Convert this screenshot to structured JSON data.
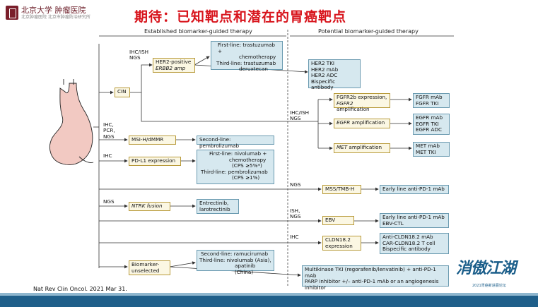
{
  "header": {
    "logo_text": "北京大学 肿瘤医院",
    "logo_sub": "北京肿瘤医院 北京市肿瘤防治研究所",
    "title": "期待：已知靶点和潜在的胃癌靶点"
  },
  "columns": {
    "established": "Established biomarker-guided therapy",
    "potential": "Potential biomarker-guided therapy"
  },
  "labels": {
    "ihc_ish_ngs_1": [
      "IHC/ISH",
      "NGS"
    ],
    "ihc_pcr_ngs": [
      "IHC,",
      "PCR,",
      "NGS"
    ],
    "ihc_1": "IHC",
    "ngs_1": "NGS",
    "ihc_ish_ngs_2": [
      "IHC/ISH",
      "NGS"
    ],
    "ngs_2": "NGS",
    "ish_ngs": [
      "ISH,",
      "NGS"
    ],
    "ihc_2": "IHC"
  },
  "nodes": {
    "cin": "CIN",
    "her2_line1": "HER2-positive",
    "her2_line2": "ERBB2 amp",
    "her2_therapy": [
      "First-line: trastuzumab +",
      "chemotherapy",
      "Third-line: trastuzumab",
      "deruxtecan"
    ],
    "her2_potential": [
      "HER2 TKI",
      "HER2 mAb",
      "HER2 ADC",
      "Bispecific antibody"
    ],
    "fgfr_line1": "FGFR2b expression,",
    "fgfr_line2_it": "FGFR2",
    "fgfr_line2_rest": " amplification",
    "fgfr_therapy": [
      "FGFR mAb",
      "FGFR TKI"
    ],
    "egfr_it": "EGFR",
    "egfr_rest": " amplification",
    "egfr_therapy": [
      "EGFR mAb",
      "EGFR TKI",
      "EGFR ADC"
    ],
    "met_it": "MET",
    "met_rest": " amplification",
    "met_therapy": [
      "MET mAb",
      "MET TKI"
    ],
    "msi": "MSI-H/dMMR",
    "msi_therapy": "Second-line: pembrolizumab",
    "pdl1": "PD-L1 expression",
    "pdl1_therapy": [
      "First-line: nivolumab +",
      "chemotherapy",
      "(CPS ≥5%*)",
      "Third-line: pembrolizumab",
      "(CPS ≥1%)"
    ],
    "mss": "MSS/TMB-H",
    "mss_therapy": "Early line anti-PD-1 mAb",
    "ntrk": "NTRK fusion",
    "ntrk_therapy": [
      "Entrectinib,",
      "larotrectinib"
    ],
    "ebv": "EBV",
    "ebv_therapy": [
      "Early line anti-PD-1 mAb",
      "EBV-CTL"
    ],
    "cldn": [
      "CLDN18.2",
      "expression"
    ],
    "cldn_therapy": [
      "Anti-CLDN18.2 mAb",
      "CAR-CLDN18.2 T cell",
      "Bispecific antibody"
    ],
    "unselected": [
      "Biomarker-",
      "unselected"
    ],
    "unselected_therapy": [
      "Second-line: ramucirumab",
      "Third-line: nivolumab (Asia),",
      "apatinib (China)"
    ],
    "unselected_potential": [
      "Multikinase TKI (regorafenib/lenvatinib) + anti-PD-1 mAb",
      "PARP inhibitor +/– anti-PD-1 mAb or an angiogenesis",
      "inhibitor"
    ]
  },
  "citation": "Nat Rev Clin Oncol. 2021 Mar 31.",
  "brand": {
    "text": "消傲江湖",
    "sub": "2021胃癌新进展论坛"
  },
  "colors": {
    "title": "#d8141c",
    "box_fill": "#d6e8ef",
    "box_border": "#6a9ab0",
    "marker_fill": "#fbf7e3",
    "marker_border": "#b89a3a",
    "stomach": "#f2c9c2"
  }
}
